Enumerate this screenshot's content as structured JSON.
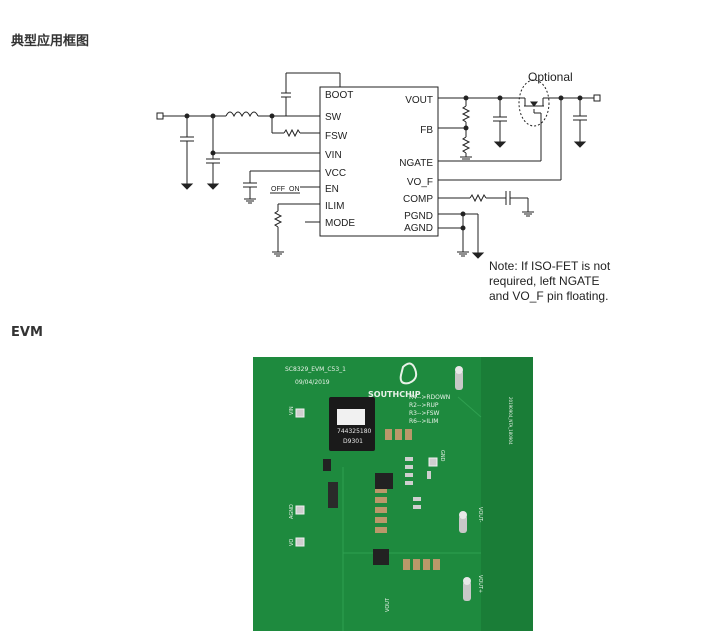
{
  "headings": {
    "typical": "典型应用框图",
    "evm": "EVM"
  },
  "schematic": {
    "optional_label": "Optional",
    "pins_left": [
      "BOOT",
      "SW",
      "FSW",
      "VIN",
      "VCC",
      "EN",
      "ILIM",
      "MODE"
    ],
    "pins_right": [
      "VOUT",
      "FB",
      "NGATE",
      "VO_F",
      "COMP",
      "PGND",
      "AGND"
    ],
    "switch_off": "OFF",
    "switch_on": "ON",
    "note_lines": [
      "Note: If ISO-FET is not",
      "required, left NGATE",
      "and VO_F pin floating."
    ]
  },
  "board": {
    "title": "SC8329_EVM_C53_1",
    "date": "09/04/2019",
    "logo_text": "SOUTHCHIP",
    "resistor_notes": [
      "R4-->RDOWN",
      "R2-->RUP",
      "R3-->FSW",
      "R6-->ILIM"
    ],
    "inductor_line1": "744325180",
    "inductor_line2": "D9301",
    "pads": [
      "VIN",
      "AGND",
      "VO",
      "GND",
      "VOUT-",
      "VOUT+",
      "VOUT"
    ],
    "vertical_code": "20190904_NTA_180904",
    "colors": {
      "board": "#1e8a3e",
      "copper": "#176f31",
      "silk": "#e8f2e8"
    }
  }
}
